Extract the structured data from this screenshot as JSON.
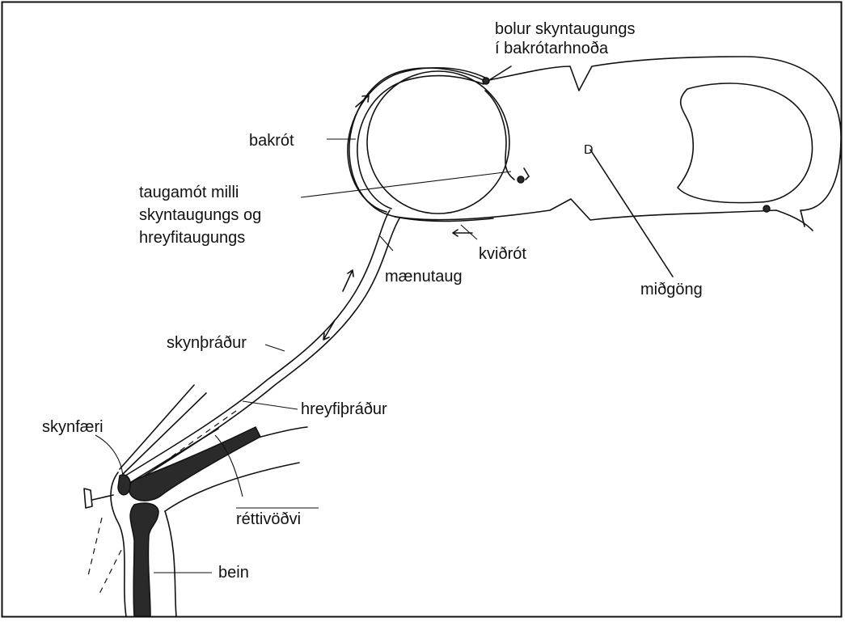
{
  "labels": {
    "cell_body": "bolur skyntaugungs",
    "cell_body_loc": "í bakrótarhnoða",
    "dorsal_root": "bakrót",
    "synapse_1": "taugamót milli",
    "synapse_2": "skyntaugungs og",
    "synapse_3": "hreyfitaugungs",
    "ventral_root": "kviðrót",
    "spinal_nerve": "mænutaug",
    "central_canal": "miðgöng",
    "sensory_fiber": "skynþráður",
    "motor_fiber": "hreyfiþráður",
    "receptor": "skynfæri",
    "extensor": "réttivöðvi",
    "bone": "bein",
    "canal_mark": "D"
  }
}
